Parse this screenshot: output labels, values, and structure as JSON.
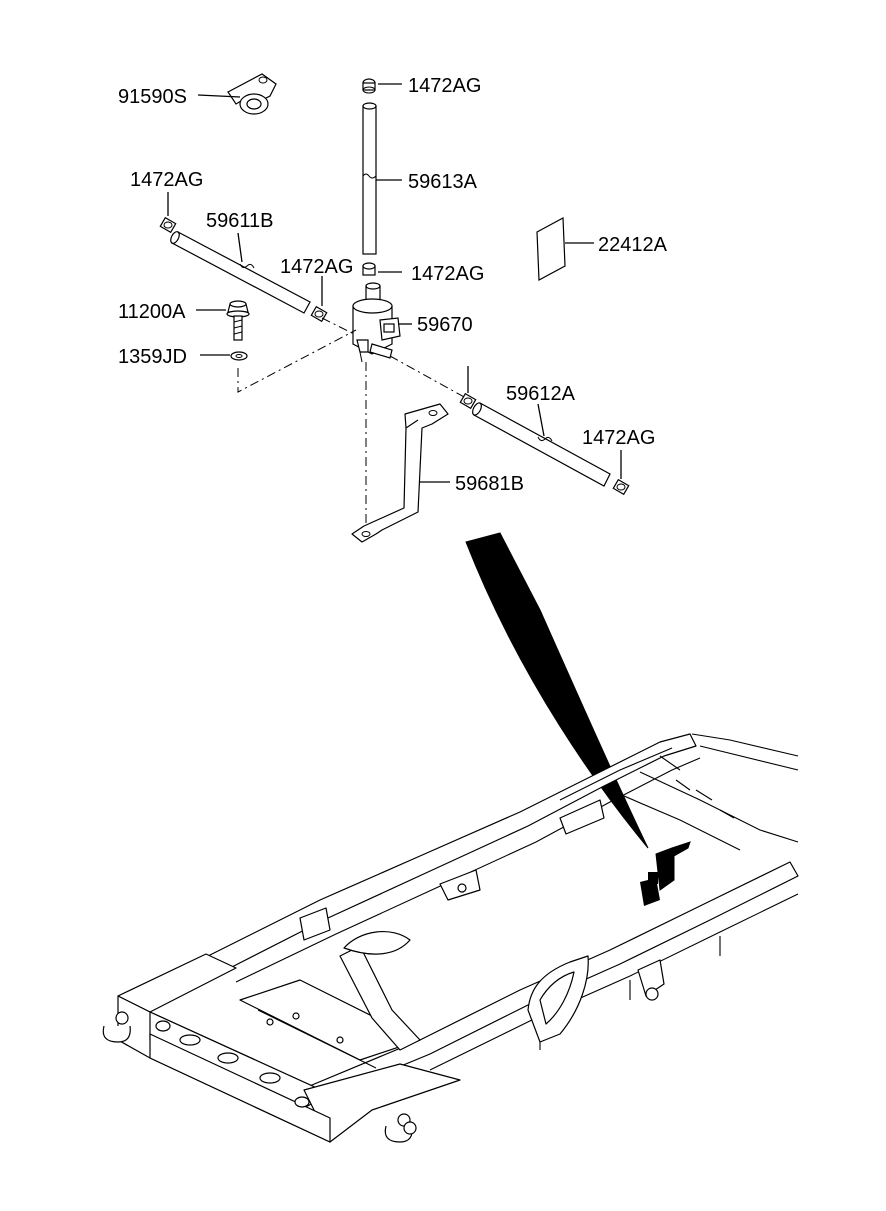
{
  "diagram": {
    "callouts": {
      "c_91590S": "91590S",
      "c_1472AG_top": "1472AG",
      "c_59613A": "59613A",
      "c_1472AG_left": "1472AG",
      "c_59611B": "59611B",
      "c_22412A": "22412A",
      "c_1472AG_mid": "1472AG",
      "c_1472AG_valve": "1472AG",
      "c_11200A": "11200A",
      "c_59670": "59670",
      "c_1359JD": "1359JD",
      "c_59612A": "59612A",
      "c_1472AG_right": "1472AG",
      "c_59681B": "59681B"
    }
  }
}
